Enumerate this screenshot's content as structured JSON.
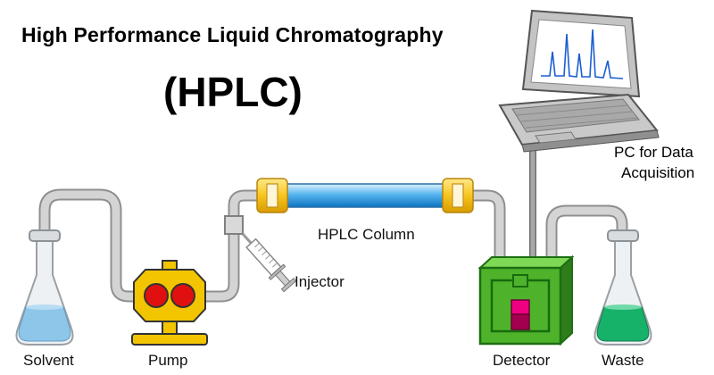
{
  "title": {
    "line1": "High Performance Liquid Chromatography",
    "line2": "(HPLC)"
  },
  "labels": {
    "solvent": "Solvent",
    "pump": "Pump",
    "injector": "Injector",
    "column": "HPLC Column",
    "detector": "Detector",
    "waste": "Waste",
    "pc_line1": "PC for Data",
    "pc_line2": "Acquisition"
  },
  "colors": {
    "pump_yellow": "#f2c500",
    "pump_red": "#e01010",
    "detector_green": "#4eb32b",
    "detector_top_green": "#7ed957",
    "detector_side_green": "#2e7d1a",
    "detector_magenta": "#ef0082",
    "detector_magenta_dark": "#a50050",
    "solvent_liquid_blue": "#8ec6ea",
    "waste_liquid_green": "#17b26a",
    "column_blue": "#2196e0",
    "chromatogram_blue": "#1a5fd0",
    "tube_gray": "#d4d4d4"
  }
}
